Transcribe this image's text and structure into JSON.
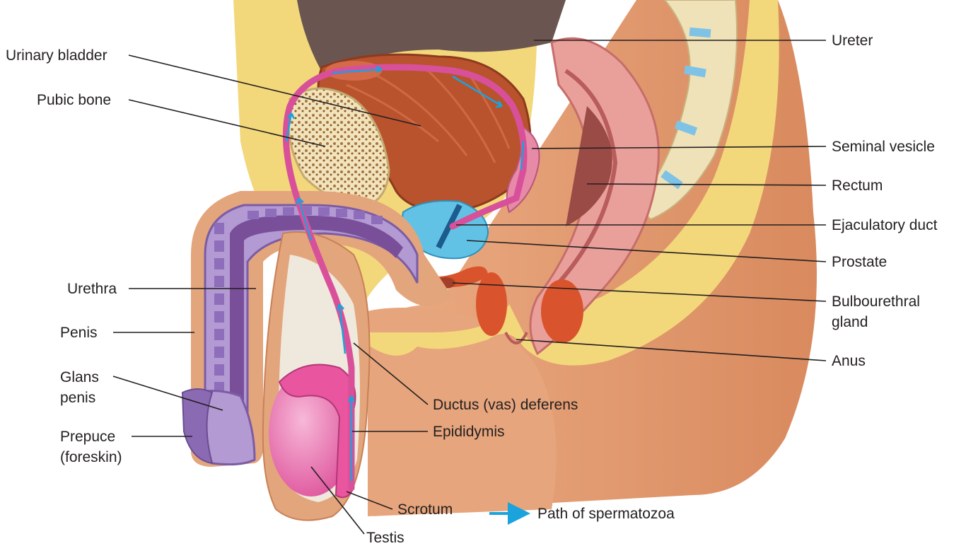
{
  "labels": {
    "urinary_bladder": "Urinary bladder",
    "pubic_bone": "Pubic bone",
    "urethra": "Urethra",
    "penis": "Penis",
    "glans_penis_1": "Glans",
    "glans_penis_2": "penis",
    "prepuce_1": "Prepuce",
    "prepuce_2": "(foreskin)",
    "ureter": "Ureter",
    "seminal_vesicle": "Seminal vesicle",
    "rectum": "Rectum",
    "ejaculatory_duct": "Ejaculatory duct",
    "prostate": "Prostate",
    "bulbourethral_1": "Bulbourethral",
    "bulbourethral_2": "gland",
    "anus": "Anus",
    "ductus_deferens": "Ductus (vas) deferens",
    "epididymis": "Epididymis",
    "scrotum": "Scrotum",
    "testis": "Testis"
  },
  "legend": {
    "path_label": "Path of spermatozoa",
    "arrow_color": "#1aa3dc"
  },
  "colors": {
    "skin": "#e3a57c",
    "fat": "#f3d77b",
    "bladder": "#b8532e",
    "bone": "#efe2b8",
    "penis_tissue": "#b39ad2",
    "testis": "#ea73b0",
    "prostate": "#62c2e6",
    "rectum": "#e9a09a",
    "duct": "#d9509a"
  }
}
